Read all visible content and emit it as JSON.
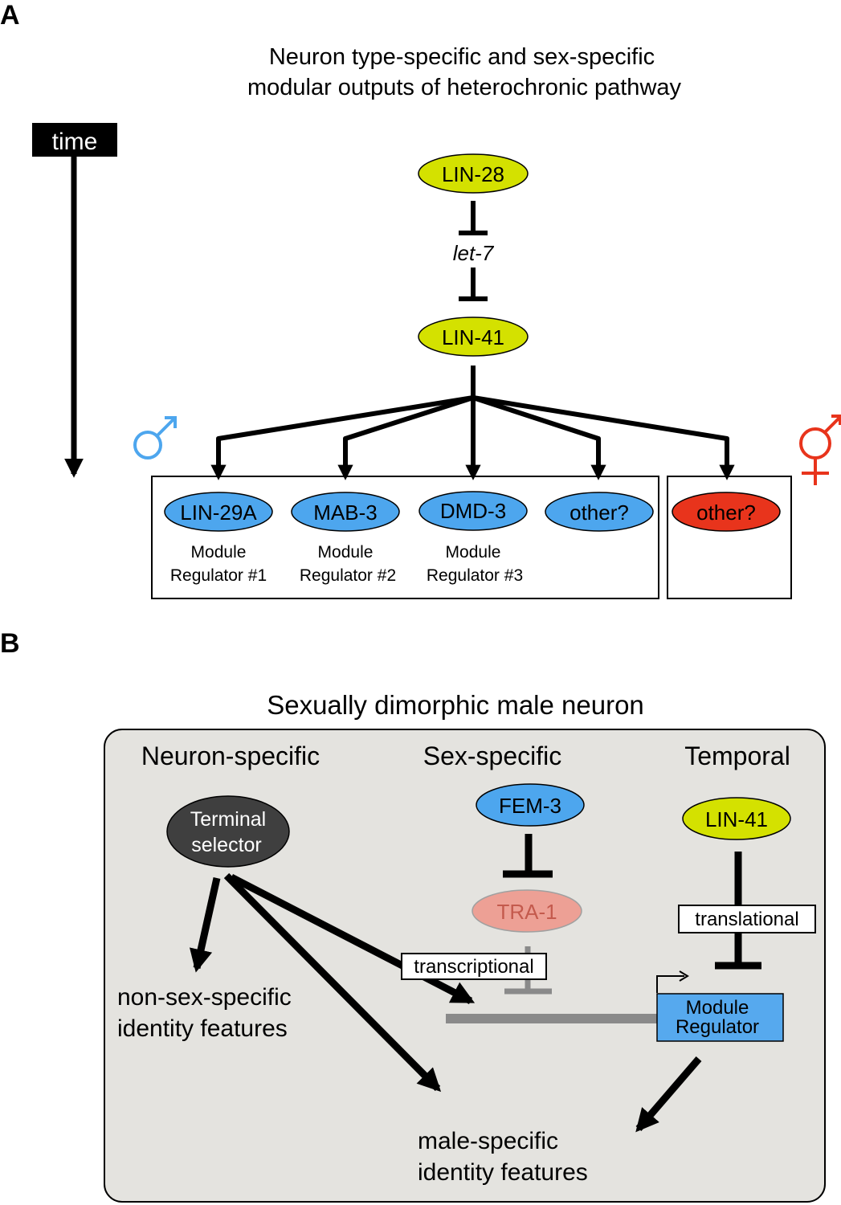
{
  "colors": {
    "lime": "#d4e100",
    "blue": "#4da6ee",
    "red": "#e8341c",
    "male_symbol": "#4da6ee",
    "herm_symbol": "#e8341c",
    "panel_bg": "#e4e3df",
    "selector": "#3f3f3f",
    "tra1_fill": "#eda095",
    "tra1_text": "#c45a4d",
    "module_regulator": "#56a9ee",
    "gray_line": "#8a8a8a"
  },
  "panel_a": {
    "label": "A",
    "title_line1": "Neuron type-specific and sex-specific",
    "title_line2": "modular outputs of heterochronic pathway",
    "time_label": "time",
    "lin28": "LIN-28",
    "let7": "let-7",
    "lin41": "LIN-41",
    "male_icon": "male-symbol",
    "herm_icon": "hermaphrodite-symbol",
    "targets": [
      {
        "name": "LIN-29A",
        "line1": "Module",
        "line2": "Regulator #1"
      },
      {
        "name": "MAB-3",
        "line1": "Module",
        "line2": "Regulator #2"
      },
      {
        "name": "DMD-3",
        "line1": "Module",
        "line2": "Regulator #3"
      },
      {
        "name": "other?",
        "line1": "",
        "line2": ""
      }
    ],
    "herm_target": "other?"
  },
  "panel_b": {
    "label": "B",
    "title": "Sexually dimorphic male neuron",
    "col_neuron": "Neuron-specific",
    "col_sex": "Sex-specific",
    "col_temporal": "Temporal",
    "terminal_line1": "Terminal",
    "terminal_line2": "selector",
    "fem3": "FEM-3",
    "tra1": "TRA-1",
    "lin41": "LIN-41",
    "translational": "translational",
    "transcriptional": "transcriptional",
    "module_line1": "Module",
    "module_line2": "Regulator",
    "nonsex_line1": "non-sex-specific",
    "nonsex_line2": "identity features",
    "male_line1": "male-specific",
    "male_line2": "identity features"
  }
}
